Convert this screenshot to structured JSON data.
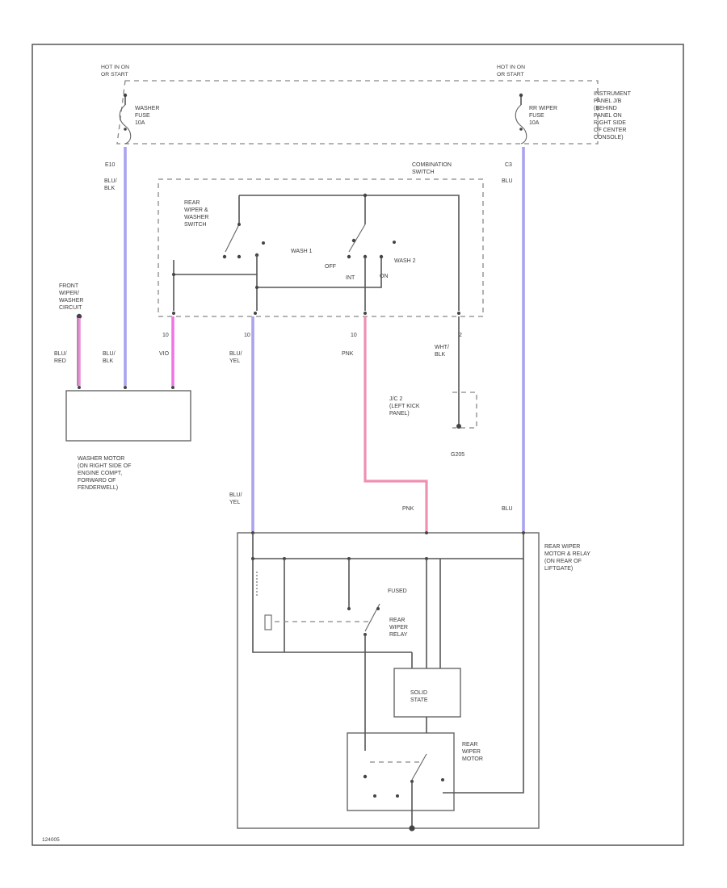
{
  "diagram_id": "124005",
  "power": {
    "left_source": [
      "HOT IN ON",
      "OR START"
    ],
    "right_source": [
      "HOT IN ON",
      "OR START"
    ],
    "left_fuse": [
      "WASHER",
      "FUSE",
      "10A"
    ],
    "right_fuse": [
      "RR WIPER",
      "FUSE",
      "10A"
    ],
    "fuse_block": [
      "INSTRUMENT",
      "PANEL J/B",
      "(BEHIND",
      "PANEL ON",
      "RIGHT SIDE",
      "OF CENTER",
      "CONSOLE)"
    ],
    "left_pin": "E10",
    "right_pin": "C3"
  },
  "combination_switch": {
    "label": [
      "COMBINATION",
      "SWITCH"
    ],
    "rear_switch": [
      "REAR",
      "WIPER &",
      "WASHER",
      "SWITCH"
    ],
    "wash1": "WASH 1",
    "off": "OFF",
    "wash2": "WASH 2",
    "int": "INT",
    "on": "ON",
    "pin_a": "10",
    "pin_b": "10",
    "pin_c": "10",
    "pin_d": "2"
  },
  "wires": {
    "blu_blk_left": [
      "BLU/",
      "BLK"
    ],
    "blu_red": [
      "BLU/",
      "RED"
    ],
    "blu_blk_center": [
      "BLU/",
      "BLK"
    ],
    "vio": [
      "VIO"
    ],
    "blu_yel_top": [
      "BLU/",
      "YEL"
    ],
    "pnk_top": [
      "PNK"
    ],
    "wht_blk": [
      "WHT/",
      "BLK"
    ],
    "blu_right_top": [
      "BLU"
    ],
    "blu_yel_bottom": [
      "BLU/",
      "YEL"
    ],
    "pnk_bottom": "PNK",
    "blu_right_bottom": "BLU"
  },
  "front_circuit": [
    "FRONT",
    "WIPER/",
    "WASHER",
    "CIRCUIT"
  ],
  "washer_motor": [
    "WASHER MOTOR",
    "(ON RIGHT SIDE OF",
    "ENGINE COMPT,",
    "FORWARD OF",
    "FENDERWELL)"
  ],
  "jc": [
    "J/C 2",
    "(LEFT KICK",
    "PANEL)"
  ],
  "ground": "G205",
  "rear_motor_relay": [
    "REAR WIPER",
    "MOTOR & RELAY",
    "(ON REAR OF",
    "LIFTGATE)"
  ],
  "fused_label": "FUSED",
  "relay_label": [
    "REAR",
    "WIPER",
    "RELAY"
  ],
  "solid_state": [
    "SOLID",
    "STATE"
  ],
  "rear_motor": [
    "REAR",
    "WIPER",
    "MOTOR"
  ],
  "colors": {
    "blue_wire": "#a9a3f0",
    "pink_wire": "#ef8fb2",
    "violet_wire": "#ee77e6"
  }
}
